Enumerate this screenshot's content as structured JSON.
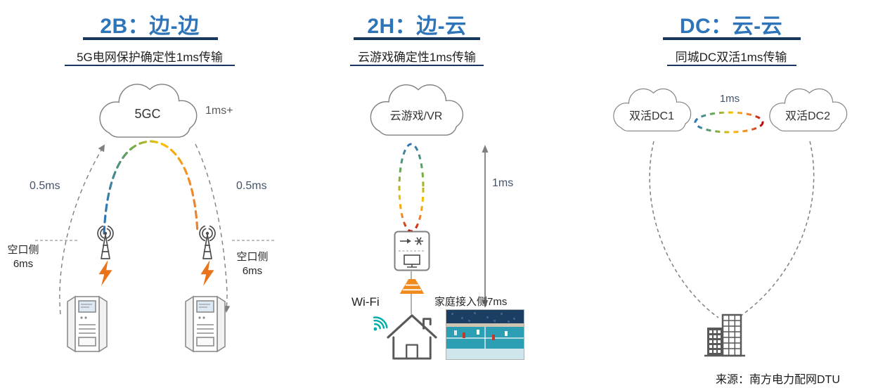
{
  "panel_2b": {
    "title": "2B：边-边",
    "subtitle": "5G电网保护确定性1ms传输",
    "cloud_label": "5GC",
    "core_latency": "1ms+",
    "uplink_latency": "0.5ms",
    "downlink_latency": "0.5ms",
    "air_interface_left": {
      "line1": "空口侧",
      "line2": "6ms"
    },
    "air_interface_right": {
      "line1": "空口侧",
      "line2": "6ms"
    }
  },
  "panel_2h": {
    "title": "2H：边-云",
    "subtitle": "云游戏确定性1ms传输",
    "cloud_label": "云游戏/VR",
    "e2e_latency": "1ms",
    "wifi_label": "Wi-Fi",
    "home_access_label": "家庭接入侧7ms"
  },
  "panel_dc": {
    "title": "DC：云-云",
    "subtitle": "同城DC双活1ms传输",
    "cloud_left_label": "双活DC1",
    "cloud_right_label": "双活DC2",
    "dc_latency": "1ms",
    "source_note": "来源：南方电力配网DTU"
  },
  "icons": {
    "panel_2b": [
      "cloud-icon",
      "base-station-icon",
      "lightning-icon",
      "power-cabinet-icon"
    ],
    "panel_2h": [
      "cloud-icon",
      "ont-router-icon",
      "lamp-icon",
      "wifi-icon",
      "house-icon",
      "game-screenshot"
    ],
    "panel_dc": [
      "cloud-icon",
      "cloud-icon",
      "city-building-icon"
    ]
  },
  "colors": {
    "title_blue": "#2E74B8",
    "underline_navy": "#17375E",
    "latency_blue_gray": "#44546A",
    "lightning_orange": "#E8731A",
    "lamp_orange": "#F08A1D",
    "wifi_teal": "#00AEA9",
    "building_gray": "#595959",
    "rainbow": [
      "#2E75B6",
      "#70AD47",
      "#FFC000",
      "#ED7D31",
      "#C00000"
    ]
  }
}
